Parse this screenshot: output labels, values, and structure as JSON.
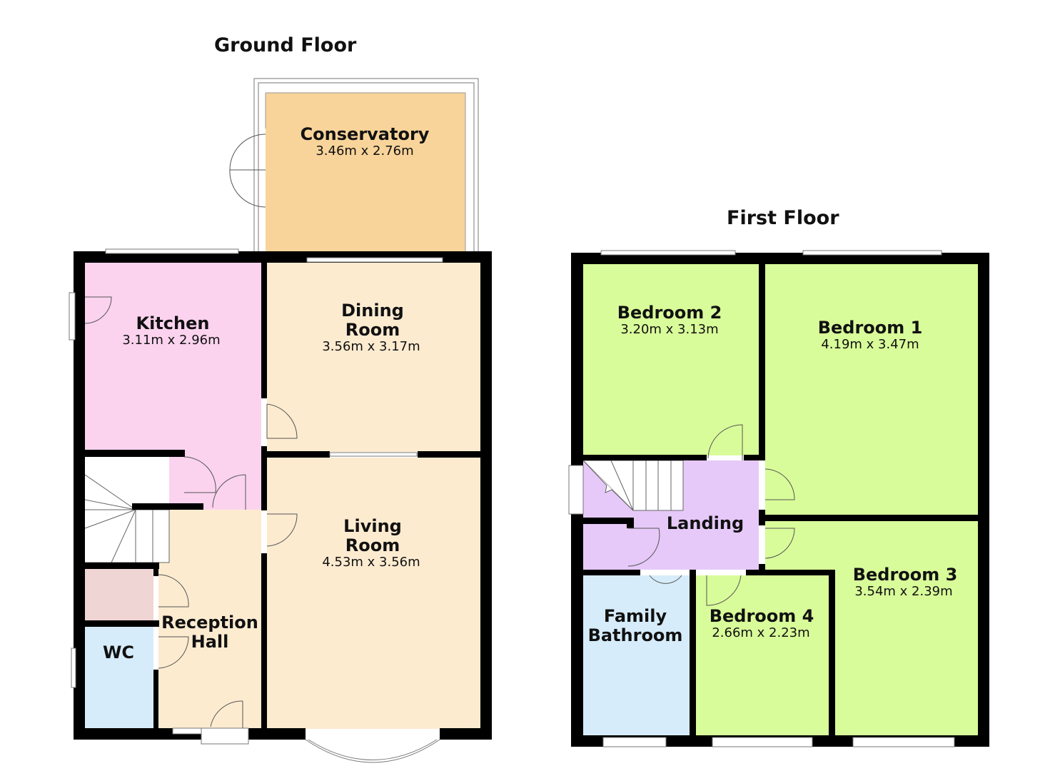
{
  "ground_floor": {
    "title": "Ground Floor",
    "rooms": {
      "conservatory": {
        "name": "Conservatory",
        "dims": "3.46m x 2.76m",
        "color": "#f8d49a"
      },
      "kitchen": {
        "name": "Kitchen",
        "dims": "3.11m x 2.96m",
        "color": "#fbd3ee"
      },
      "dining": {
        "name_1": "Dining",
        "name_2": "Room",
        "dims": "3.56m x 3.17m",
        "color": "#fdebd0"
      },
      "living": {
        "name_1": "Living",
        "name_2": "Room",
        "dims": "4.53m x 3.56m",
        "color": "#fdebd0"
      },
      "reception": {
        "name_1": "Reception",
        "name_2": "Hall",
        "color": "#fdebd0"
      },
      "wc": {
        "name": "WC",
        "color": "#d6ecfb"
      },
      "cupboard": {
        "color": "#f0d5d5"
      }
    }
  },
  "first_floor": {
    "title": "First Floor",
    "rooms": {
      "bedroom2": {
        "name": "Bedroom 2",
        "dims": "3.20m x 3.13m",
        "color": "#d9fc9a"
      },
      "bedroom1": {
        "name": "Bedroom 1",
        "dims": "4.19m x 3.47m",
        "color": "#d9fc9a"
      },
      "landing": {
        "name": "Landing",
        "color": "#e6c9f9"
      },
      "bedroom3": {
        "name": "Bedroom 3",
        "dims": "3.54m x 2.39m",
        "color": "#d9fc9a"
      },
      "bathroom": {
        "name_1": "Family",
        "name_2": "Bathroom",
        "color": "#d6ecfb"
      },
      "bedroom4": {
        "name": "Bedroom 4",
        "dims": "2.66m x 2.23m",
        "color": "#d9fc9a"
      }
    }
  }
}
